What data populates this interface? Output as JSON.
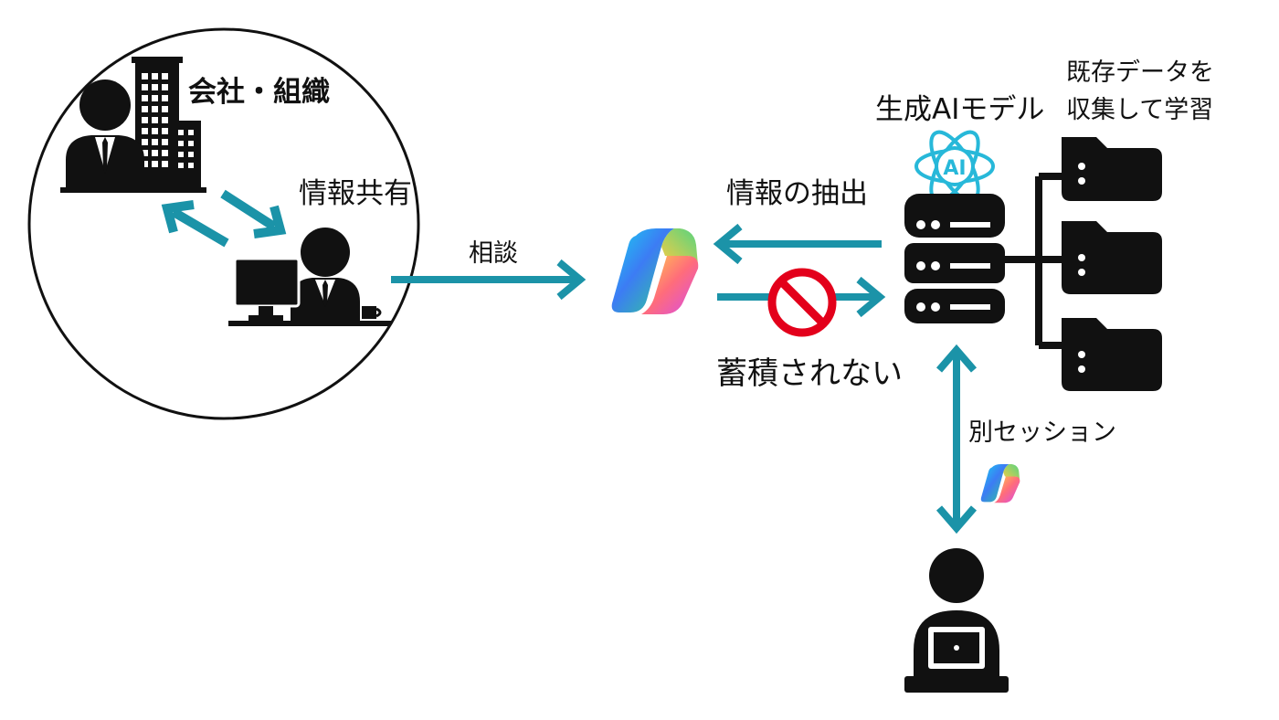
{
  "labels": {
    "company": "会社・組織",
    "info_share": "情報共有",
    "consult": "相談",
    "extract": "情報の抽出",
    "not_stored": "蓄積されない",
    "ai_model": "生成AIモデル",
    "collect_line1": "既存データを",
    "collect_line2": "収集して学習",
    "other_session": "別セッション",
    "ai_badge": "AI"
  },
  "colors": {
    "arrow": "#1b93a8",
    "ink": "#111111",
    "ai_icon": "#27b8d9",
    "prohibit": "#e3001b"
  },
  "icons": {
    "organization": "business-building-icon",
    "worker": "office-worker-icon",
    "copilot": "copilot-logo-icon",
    "database": "database-icon",
    "folder": "folder-icon",
    "prohibit": "prohibited-icon",
    "laptop_user": "laptop-user-icon"
  }
}
